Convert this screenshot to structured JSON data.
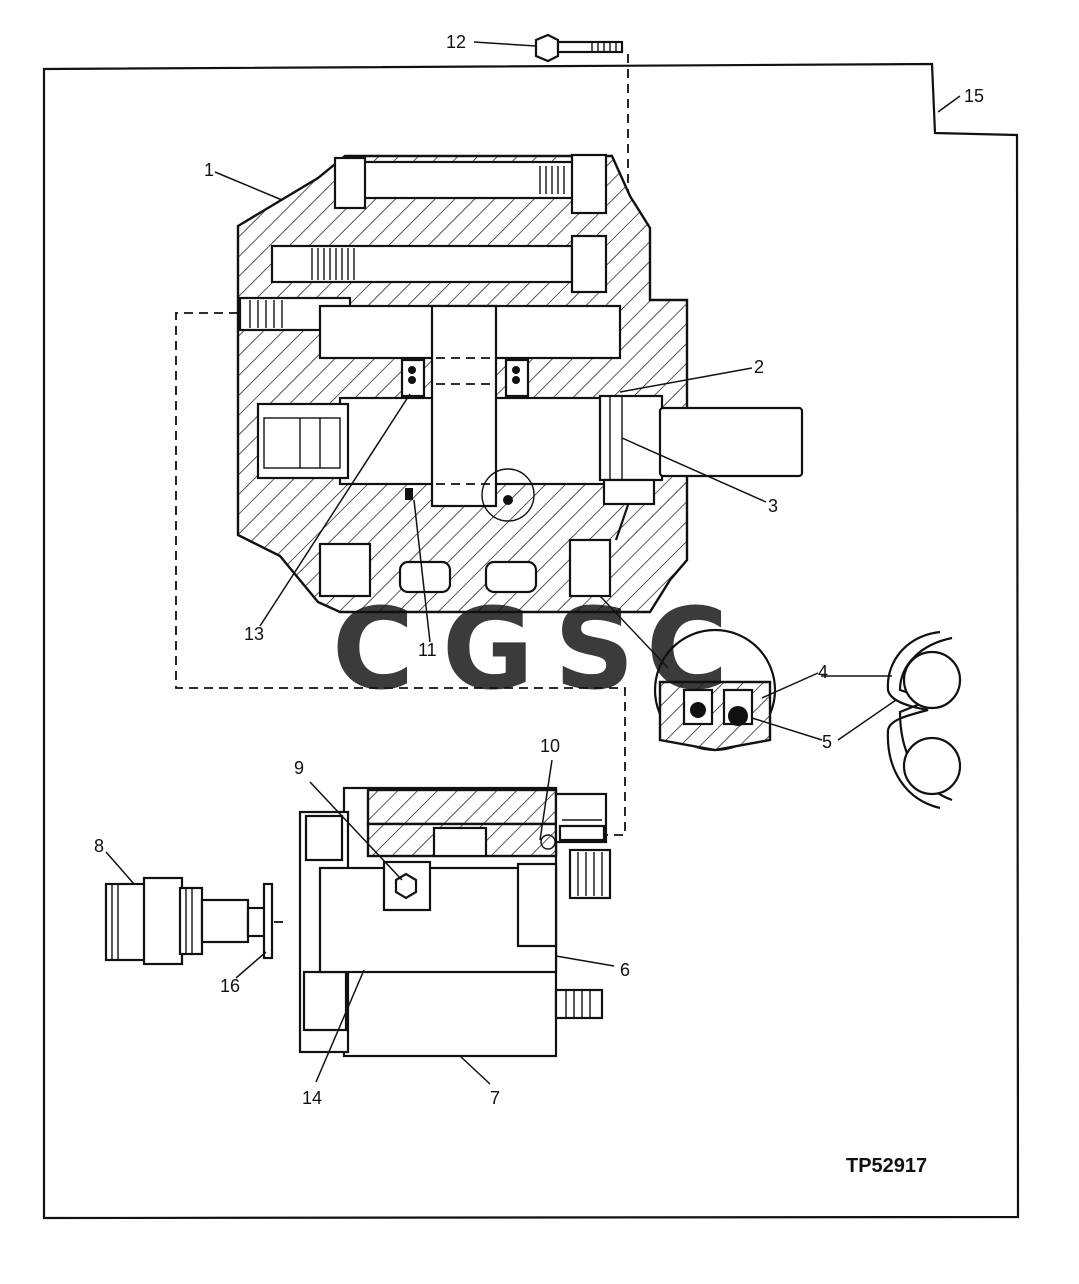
{
  "figure_code": "TP52917",
  "callouts": {
    "c1": "1",
    "c2": "2",
    "c3": "3",
    "c4": "4",
    "c5": "5",
    "c6": "6",
    "c7": "7",
    "c8": "8",
    "c9": "9",
    "c10": "10",
    "c11": "11",
    "c12": "12",
    "c13": "13",
    "c14": "14",
    "c15": "15",
    "c16": "16"
  },
  "watermark": {
    "letters": [
      "C",
      "G",
      "S",
      "C"
    ],
    "colors": [
      "#6a9ff0",
      "#f07d76",
      "#f7d464",
      "#74c79c"
    ]
  }
}
